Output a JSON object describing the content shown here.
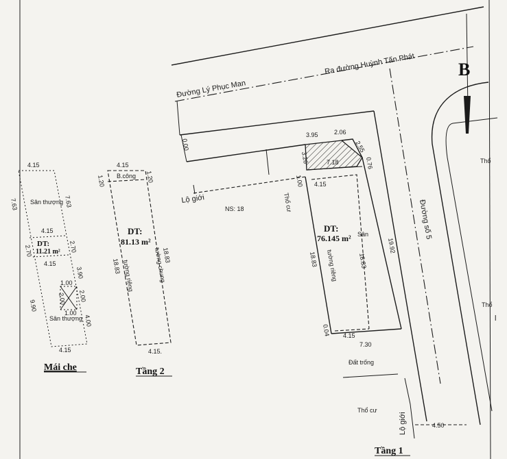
{
  "roads": {
    "ly_phuc_man": "Đường Lý Phục Man",
    "huynh_tan_phat": "Ra đường Huỳnh Tấn Phát",
    "duong_so_5": "Đường số 5",
    "lo_gioi_top": "Lộ giới",
    "lo_gioi_right": "Lộ giới"
  },
  "marker": "B",
  "annotations": {
    "ns": "NS: 18",
    "tho_cu_top": "Thổ cư",
    "tho_cu_bottom": "Thổ cư",
    "tho_right_top": "Thổ",
    "tho_right_mid": "Thổ",
    "dat_trong": "Đất trống",
    "san": "Sân",
    "tuong_rieng_left": "tường riêng",
    "tuong_rieng_t2": "tường riêng",
    "tuong_chung_t2": "tường chung",
    "ban_cong": "B.công",
    "san_thuong_top": "Sân thượng",
    "san_thuong_bottom": "Sân thượng"
  },
  "dims": {
    "t1_395": "3.95",
    "t1_206": "2.06",
    "t1_255": "2.55",
    "t1_076": "0.76",
    "t1_326": "3.26",
    "t1_718": "7.18",
    "t1_100": "1.00",
    "t1_415_top": "4.15",
    "t1_1883_left": "18.83",
    "t1_1883_right": "18.83",
    "t1_1992": "19.92",
    "t1_004": "0.04",
    "t1_415_bottom": "4.15",
    "t1_730": "7.30",
    "t1_000": "0.00",
    "t1_450": "4.50",
    "t2_415_top": "4.15",
    "t2_120_l": "1.20",
    "t2_120_r": "1.20",
    "t2_1883_l": "18.83",
    "t2_1883_r": "18.83",
    "t2_415_bottom": "4.15.",
    "mc_415_top": "4.15",
    "mc_763_l": "7.63",
    "mc_763_r": "7.63",
    "mc_415_mid": "4.15",
    "mc_270_l": "2.70",
    "mc_270_r": "2.70",
    "mc_415_mid2": "4.15",
    "mc_390": "3.90",
    "mc_100_a": "1.00",
    "mc_200_a": "2.00",
    "mc_200_b": "2.00",
    "mc_100_b": "1.00",
    "mc_990": "9.90",
    "mc_400": "4.00",
    "mc_415_bottom": "4.15"
  },
  "areas": {
    "t1_label": "DT:",
    "t1_value": "76.145 m²",
    "t2_label": "DT:",
    "t2_value": "81.13 m²",
    "mc_label": "DT:",
    "mc_value": "11.21 m²"
  },
  "titles": {
    "mai_che": "Mái che",
    "tang_2": "Tầng 2",
    "tang_1": "Tầng 1"
  },
  "side_mark": "l"
}
